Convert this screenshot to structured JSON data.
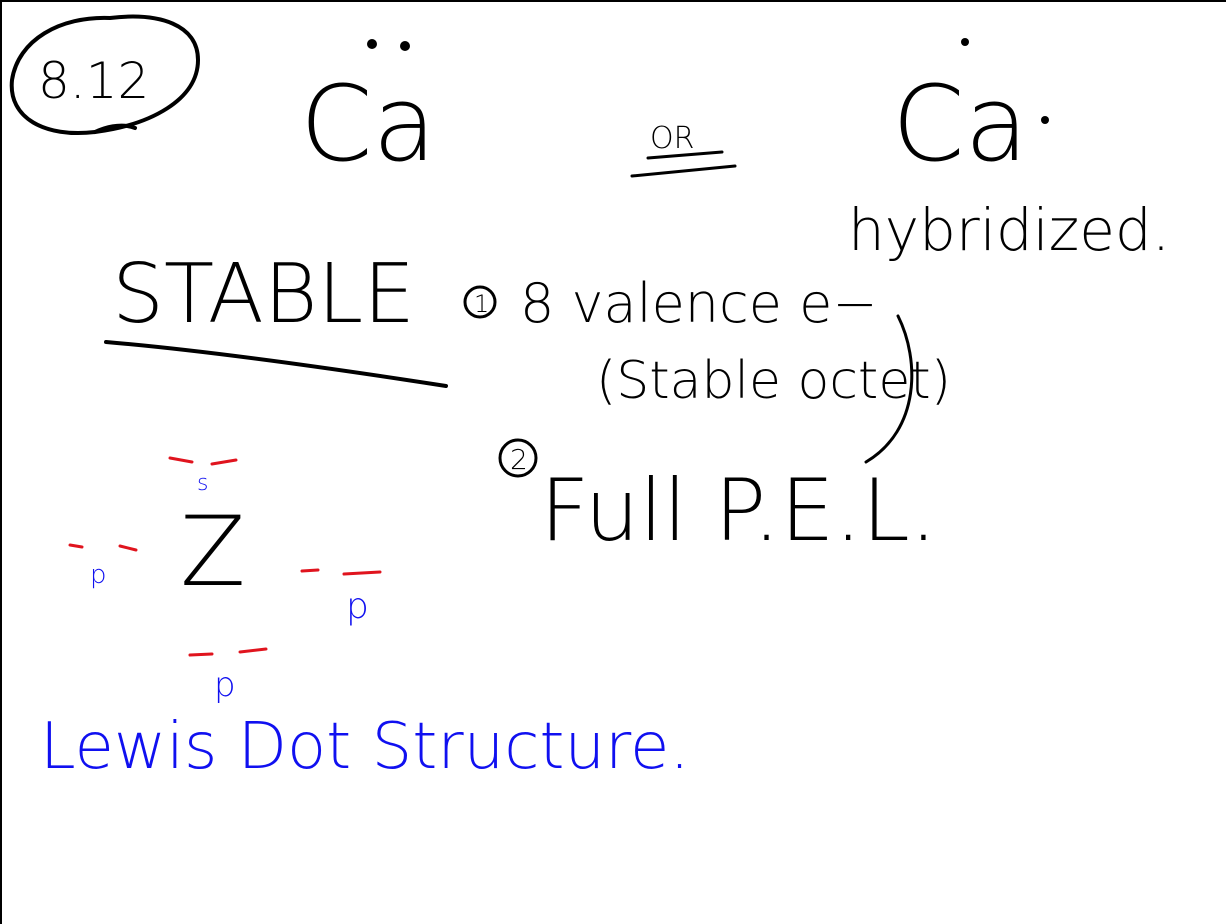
{
  "canvas": {
    "background": "#ffffff",
    "border_color": "#000000"
  },
  "notes": {
    "problem_number": "8.12",
    "ca_symbol_left": "Ca",
    "or_text": "OR",
    "ca_symbol_right": "Ca",
    "hybridized_text": "hybridized.",
    "stable_heading": "STABLE",
    "point1_marker": "1",
    "point1_text": "8 valence e−",
    "point1_sub": "(Stable octet)",
    "point2_marker": "2",
    "point2_text": "Full P.E.L.",
    "diagram_center": "Z",
    "orbital_top": "s",
    "orbital_left": "p",
    "orbital_right": "p",
    "orbital_bottom": "p",
    "lewis_caption": "Lewis Dot Structure."
  },
  "colors": {
    "ink_black": "#000000",
    "ink_red": "#e0141e",
    "ink_blue": "#1010f0"
  }
}
